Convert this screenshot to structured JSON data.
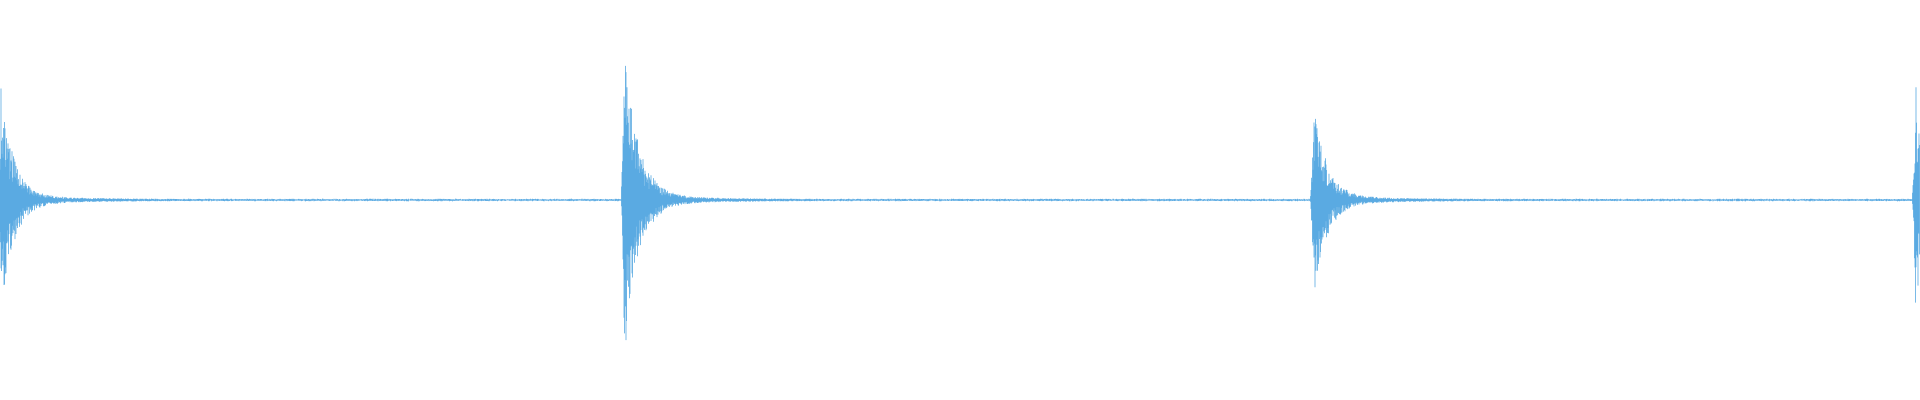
{
  "waveform": {
    "color": "#5aaae2",
    "background": "#ffffff",
    "amplitude_range": [
      -1,
      1
    ],
    "events": [
      {
        "time_fraction": 0.0005,
        "peak_up": 0.61,
        "peak_down": 0.61,
        "decay": 0.055
      },
      {
        "time_fraction": 0.325,
        "peak_up": 0.89,
        "peak_down": 0.89,
        "decay": 0.06
      },
      {
        "time_fraction": 0.684,
        "peak_up": 0.57,
        "peak_down": 0.57,
        "decay": 0.055
      },
      {
        "time_fraction": 0.9975,
        "peak_up": 0.71,
        "peak_down": 0.71,
        "decay": 0.03
      }
    ]
  }
}
